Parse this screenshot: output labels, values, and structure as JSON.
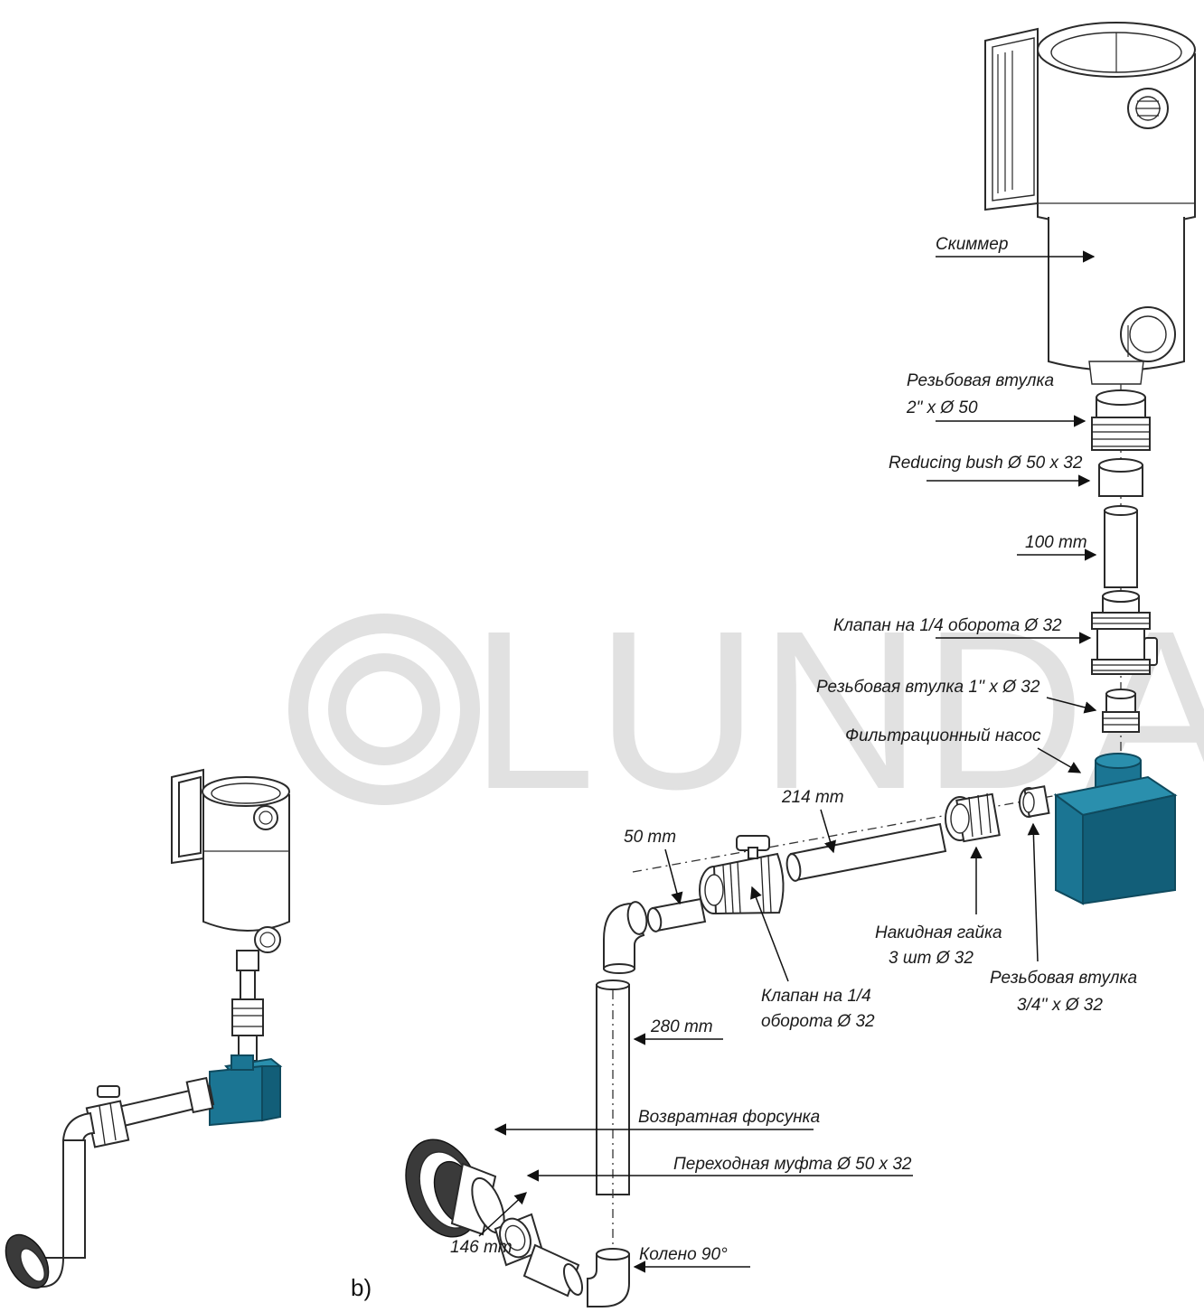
{
  "watermark": {
    "text": "LUNDA"
  },
  "panel": {
    "label": "b)"
  },
  "labels": {
    "skimmer": "Скиммер",
    "threaded_bush_2_line1": "Резьбовая втулка",
    "threaded_bush_2_line2": "2\" х Ø 50",
    "reducing_bush": "Reducing bush Ø 50 x 32",
    "pipe_100": "100 mm",
    "valve_top": "Клапан на 1/4 оборота Ø 32",
    "threaded_bush_1": "Резьбовая втулка 1'' х Ø 32",
    "filter_pump": "Фильтрационный насос",
    "pipe_214": "214 mm",
    "pipe_50": "50 mm",
    "union_nut_line1": "Накидная гайка",
    "union_nut_line2": "3 шт Ø 32",
    "valve_mid_line1": "Клапан на 1/4",
    "valve_mid_line2": "оборота Ø 32",
    "threaded_bush_34_line1": "Резьбовая втулка",
    "threaded_bush_34_line2": "3/4'' х Ø 32",
    "pipe_280": "280 mm",
    "return_nozzle": "Возвратная форсунка",
    "adapter": "Переходная муфта Ø 50 x 32",
    "elbow": "Колено 90°",
    "pipe_146": "146 mm"
  },
  "colors": {
    "pump": "#1b7593",
    "watermark": "#e1e1e1",
    "ink": "#1a1a1a"
  }
}
